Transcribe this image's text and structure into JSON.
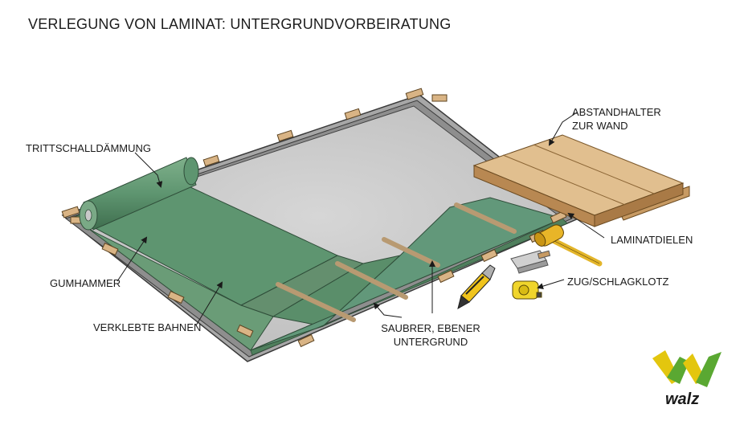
{
  "title": "VERLEGUNG VON LAMINAT: UNTERGRUNDVORBEIRATUNG",
  "labels": {
    "trittschall": "TRITTSCHALLDÄMMUNG",
    "gumhammer": "GUMHAMMER",
    "verklebte": "VERKLEBTE BAHNEN",
    "saubrer_line1": "SAUBRER, EBENER",
    "saubrer_line2": "UNTERGRUND",
    "abstandhalter_line1": "ABSTANDHALTER",
    "abstandhalter_line2": "ZUR WAND",
    "laminatdielen": "LAMINATDIELEN",
    "zugschlagklotz": "ZUG/SCHLAGKLOTZ"
  },
  "logo": {
    "text": "walz"
  },
  "colors": {
    "concrete": "#c9c9c9",
    "underlay": "#5e9570",
    "wood": "#d9b485",
    "mallet": "#e8b528",
    "logo_yellow": "#e3c60e",
    "logo_green": "#5aa832"
  }
}
